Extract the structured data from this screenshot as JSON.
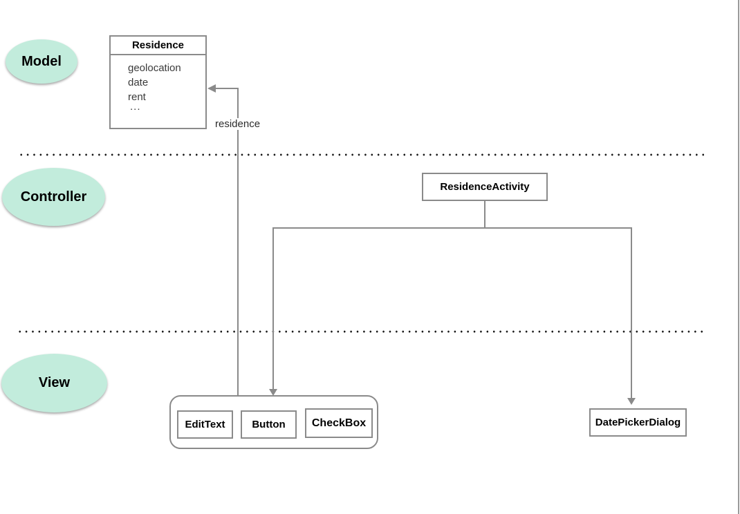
{
  "layers": [
    {
      "label": "Model"
    },
    {
      "label": "Controller"
    },
    {
      "label": "View"
    }
  ],
  "model_class": {
    "title": "Residence",
    "attributes": [
      "geolocation",
      "date",
      "rent"
    ],
    "more_indicator": "..."
  },
  "controller_class": {
    "title": "ResidenceActivity"
  },
  "view_group": {
    "widgets": [
      {
        "label": "EditText"
      },
      {
        "label": "Button"
      },
      {
        "label": "CheckBox"
      }
    ]
  },
  "dialog": {
    "label": "DatePickerDialog"
  },
  "edge_label": "residence",
  "colors": {
    "shape_fill": "#c2ecdc",
    "stroke": "#8a8a8a",
    "text": "#000000",
    "attr_text": "#3a3a3a",
    "dot": "#1a1a1a",
    "bg": "#ffffff"
  }
}
